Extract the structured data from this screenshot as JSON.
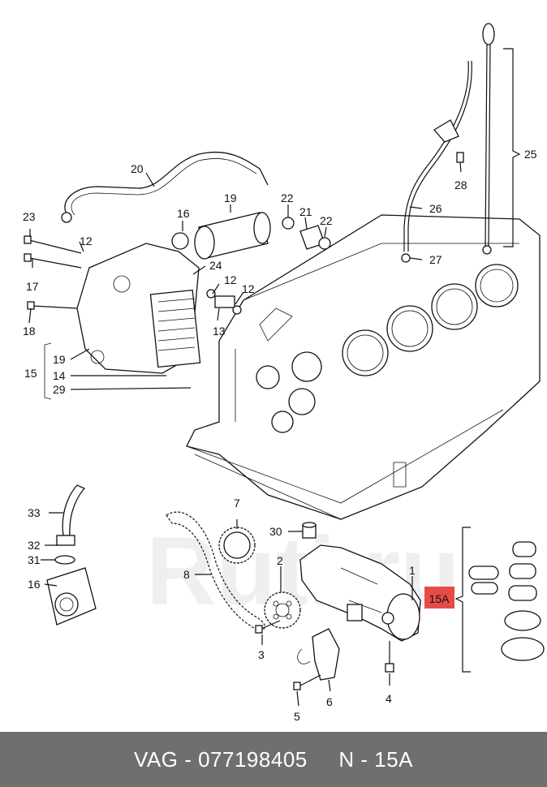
{
  "footer": {
    "brand": "VAG",
    "part_number": "077198405",
    "ref_sep": "-",
    "diagram_ref": "N - 15A"
  },
  "watermark": {
    "text": "Ruti.ru"
  },
  "highlight": {
    "label": "15A",
    "color": "#e84a4a"
  },
  "callouts": {
    "c1": "1",
    "c2": "2",
    "c3": "3",
    "c4": "4",
    "c5": "5",
    "c6": "6",
    "c7": "7",
    "c8": "8",
    "c12a": "12",
    "c12b": "12",
    "c12c": "12",
    "c13": "13",
    "c14": "14",
    "c15": "15",
    "c16a": "16",
    "c16b": "16",
    "c17": "17",
    "c18": "18",
    "c19a": "19",
    "c19b": "19",
    "c20": "20",
    "c21": "21",
    "c22a": "22",
    "c22b": "22",
    "c23": "23",
    "c24": "24",
    "c25": "25",
    "c26": "26",
    "c27": "27",
    "c28": "28",
    "c29": "29",
    "c30": "30",
    "c31": "31",
    "c32": "32",
    "c33": "33"
  }
}
